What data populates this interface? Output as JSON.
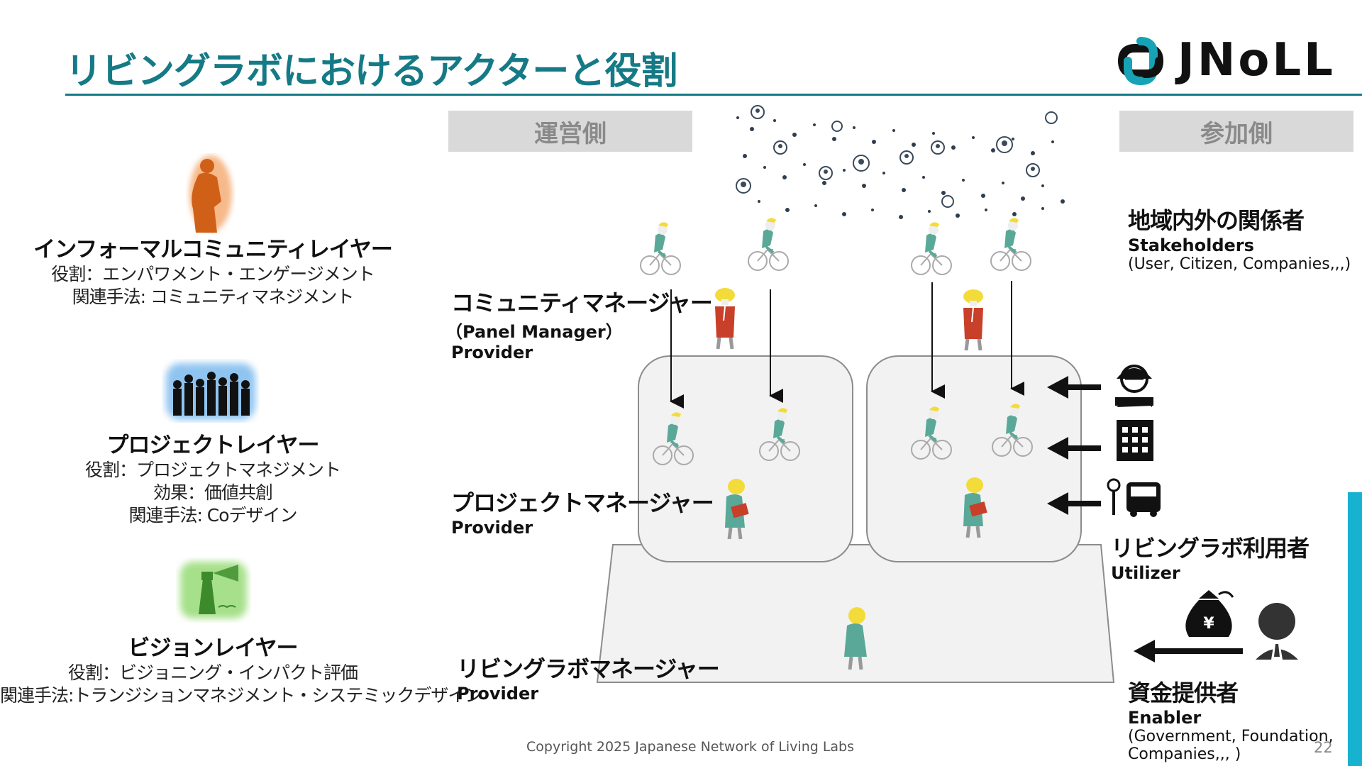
{
  "title": "リビングラボにおけるアクターと役割",
  "logo": {
    "text": "JNoLL",
    "icon_name": "jnoll-logo-icon"
  },
  "bands": {
    "left": "運営側",
    "right": "参加側"
  },
  "layers": [
    {
      "name": "インフォーマルコミュニティレイヤー",
      "lines": [
        "役割：エンパワメント・エンゲージメント",
        "関連手法: コミュニティマネジメント"
      ],
      "icon": "thinker-statue-icon"
    },
    {
      "name": "プロジェクトレイヤー",
      "lines": [
        "役割：プロジェクトマネジメント",
        "効果：価値共創",
        "関連手法: Coデザイン"
      ],
      "icon": "crowd-silhouette-icon"
    },
    {
      "name": "ビジョンレイヤー",
      "lines": [
        "役割：ビジョニング・インパクト評価",
        "関連手法:トランジションマネジメント・システミックデザイン"
      ],
      "icon": "lighthouse-icon"
    }
  ],
  "roles": {
    "community_manager": {
      "jp": "コミュニティマネージャー",
      "sub": "（Panel Manager）",
      "en": "Provider"
    },
    "project_manager": {
      "jp": "プロジェクトマネージャー",
      "en": "Provider"
    },
    "living_lab_manager": {
      "jp": "リビングラボマネージャー",
      "en": "Provider"
    },
    "stakeholders": {
      "jp": "地域内外の関係者",
      "en": "Stakeholders",
      "sub": "(User, Citizen, Companies,,,)"
    },
    "utilizer": {
      "jp": "リビングラボ利用者",
      "en": "Utilizer"
    },
    "enabler": {
      "jp": "資金提供者",
      "en": "Enabler",
      "sub1": "(Government, Foundation,",
      "sub2": "Companies,,, )"
    }
  },
  "icons": [
    "worker-helmet-icon",
    "building-icon",
    "bus-stop-icon",
    "money-bag-yen-icon",
    "businessperson-icon"
  ],
  "footer": "Copyright 2025  Japanese Network of Living Labs",
  "page_number": "22",
  "colors": {
    "title": "#157a86",
    "accent": "#16b2d0",
    "band": "#d9d9d9",
    "teal_figure": "#5aa898",
    "red_figure": "#c8402a",
    "yellow_hair": "#f3dc3a"
  }
}
